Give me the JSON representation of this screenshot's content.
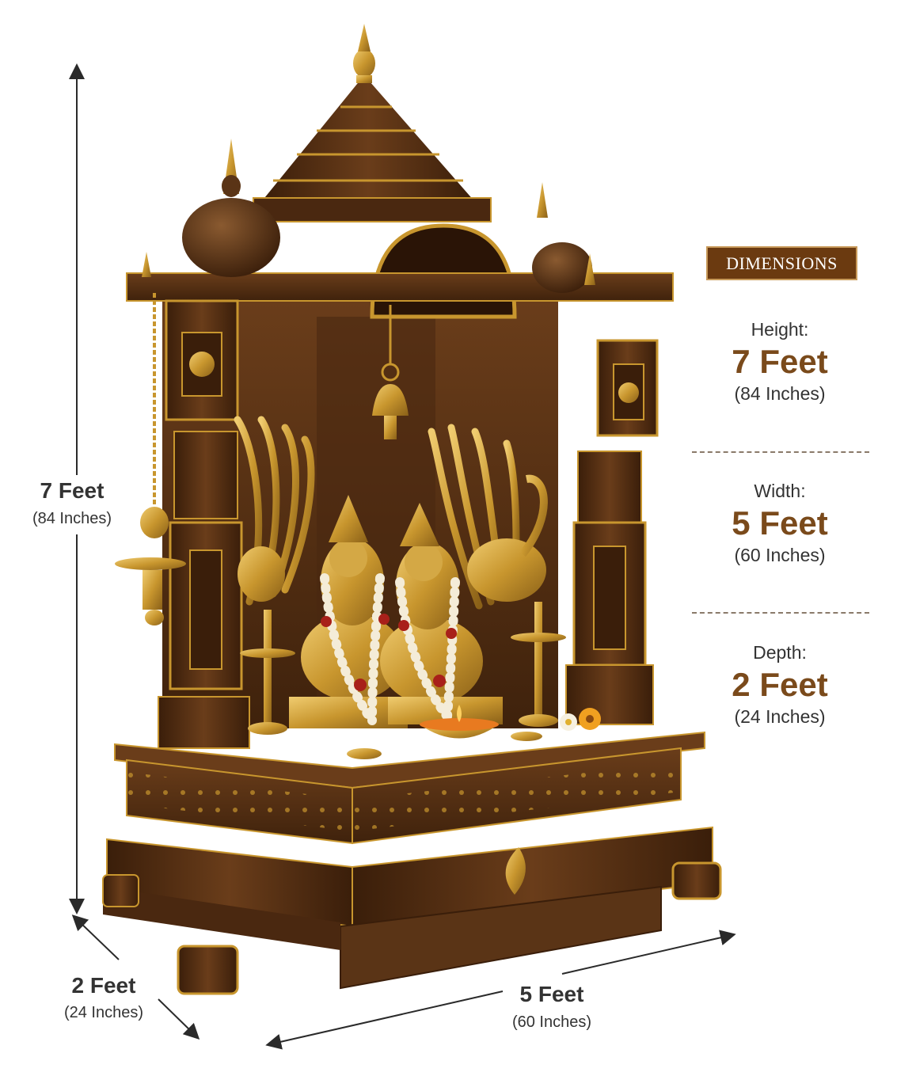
{
  "annotations": {
    "height": {
      "main": "7 Feet",
      "sub": "(84 Inches)"
    },
    "depth": {
      "main": "2 Feet",
      "sub": "(24 Inches)"
    },
    "width": {
      "main": "5 Feet",
      "sub": "(60 Inches)"
    }
  },
  "panel": {
    "badge": "DIMENSIONS",
    "specs": [
      {
        "label": "Height:",
        "value": "7 Feet",
        "sub": "(84 Inches)"
      },
      {
        "label": "Width:",
        "value": "5 Feet",
        "sub": "(60 Inches)"
      },
      {
        "label": "Depth:",
        "value": "2 Feet",
        "sub": "(24 Inches)"
      }
    ]
  },
  "colors": {
    "wood": "#5a3416",
    "wood_dark": "#3a1e0a",
    "gold": "#c8962e",
    "gold_light": "#e8c060",
    "accent": "#7a4a1b",
    "badge_bg": "#6b3a10"
  },
  "icons": [
    "temple-illustration",
    "dimension-arrow"
  ]
}
